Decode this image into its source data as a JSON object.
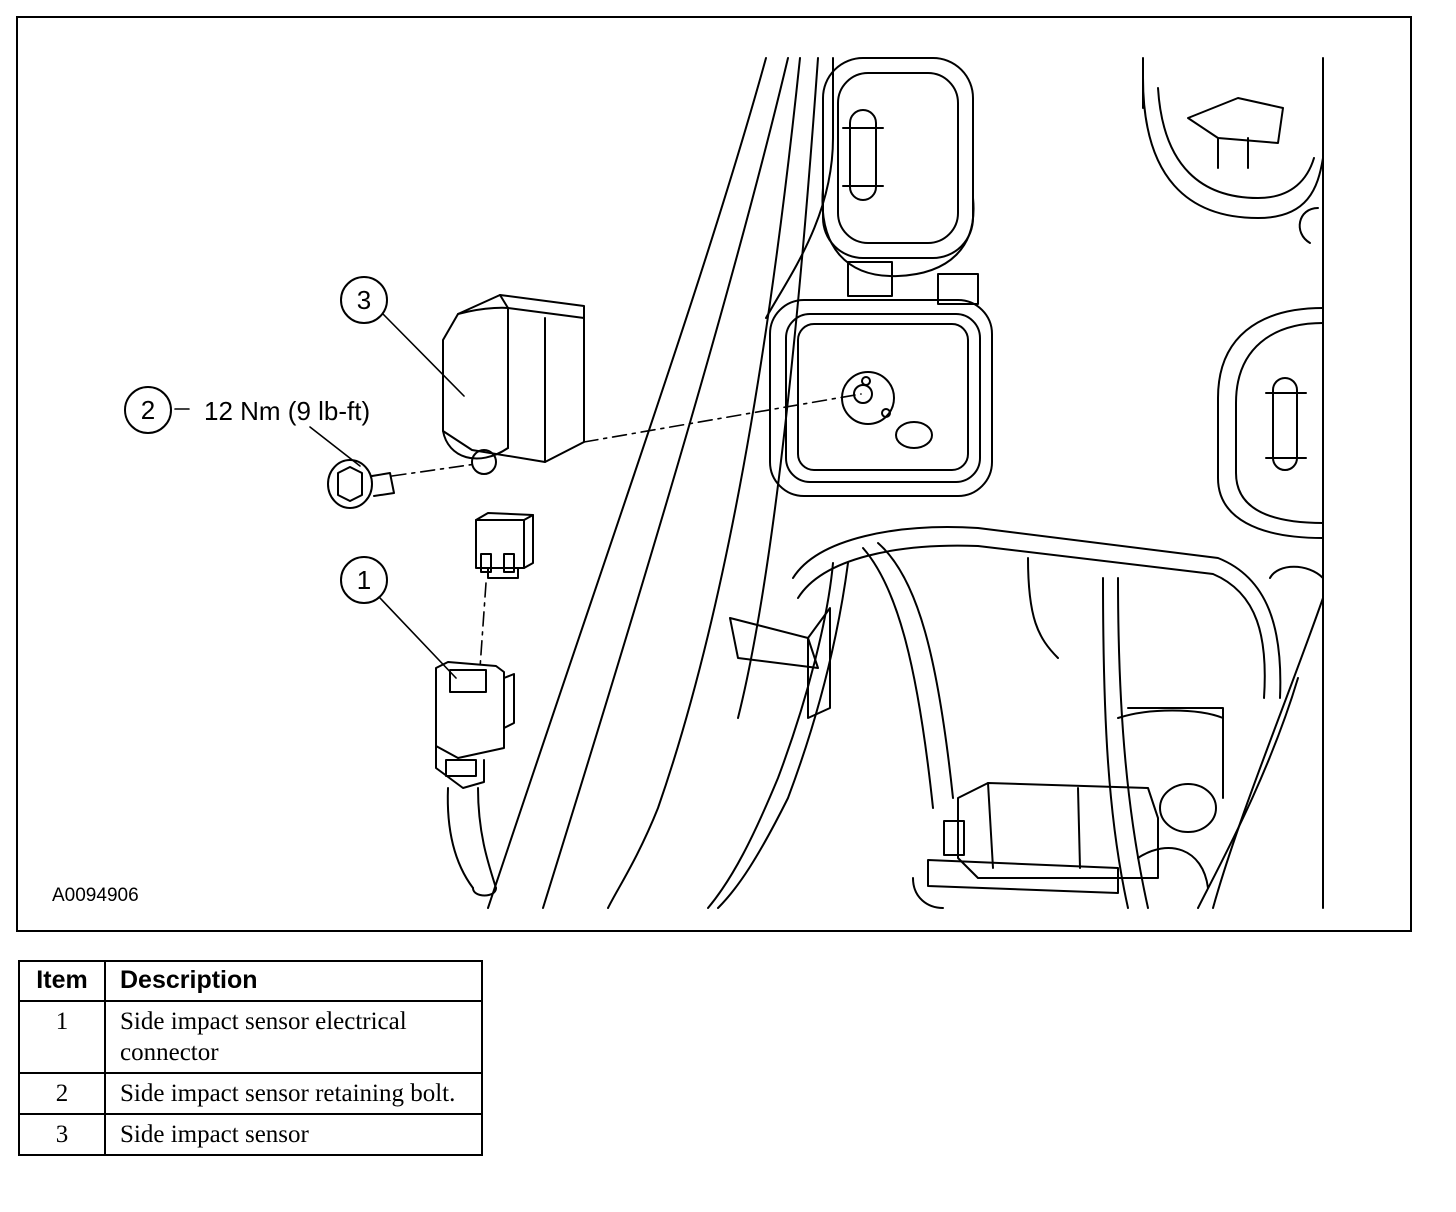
{
  "figure": {
    "id": "A0094906",
    "callouts": [
      {
        "number": "1"
      },
      {
        "number": "2",
        "spec": "12 Nm (9 lb-ft)"
      },
      {
        "number": "3"
      }
    ]
  },
  "legend": {
    "headers": {
      "item": "Item",
      "description": "Description"
    },
    "rows": [
      {
        "item": "1",
        "description": "Side impact sensor electrical connector"
      },
      {
        "item": "2",
        "description": "Side impact sensor retaining bolt."
      },
      {
        "item": "3",
        "description": "Side impact sensor"
      }
    ]
  }
}
